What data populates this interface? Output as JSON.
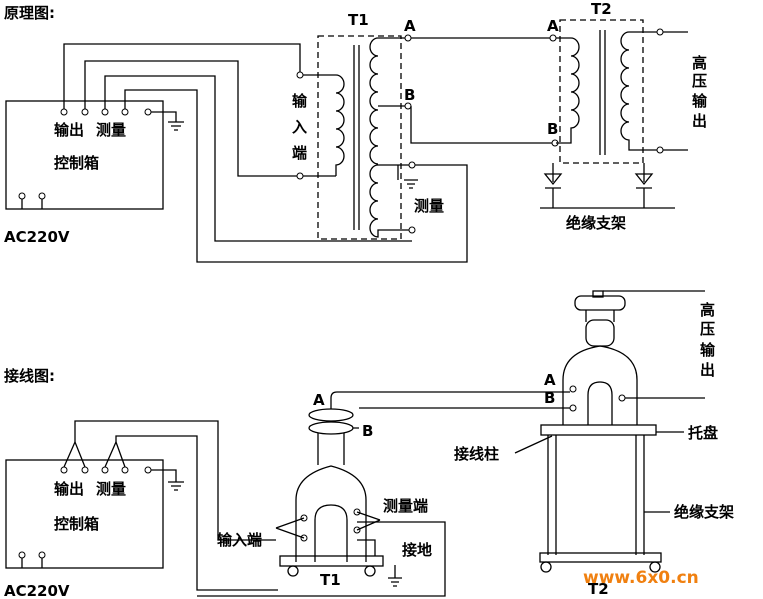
{
  "top": {
    "heading": "原理图:",
    "box_labels": {
      "out": "输出",
      "meas": "测量"
    },
    "box_title": "控制箱",
    "supply": "AC220V",
    "t1": "T1",
    "t2": "T2",
    "input_chars": [
      "输",
      "入",
      "端"
    ],
    "measure_label": "测量",
    "term_a": "A",
    "term_b": "B",
    "t2_term_a": "A",
    "t2_term_b": "B",
    "hv_chars": [
      "高",
      "压",
      "输",
      "出"
    ],
    "support": "绝缘支架"
  },
  "bottom": {
    "heading": "接线图:",
    "box_labels": {
      "out": "输出",
      "meas": "测量"
    },
    "box_title": "控制箱",
    "supply": "AC220V",
    "input_end": "输入端",
    "measure_end": "测量端",
    "ground": "接地",
    "t1": "T1",
    "t2": "T2",
    "term_a": "A",
    "term_b": "B",
    "t2_term_a": "A",
    "t2_term_b": "B",
    "post": "接线柱",
    "tray": "托盘",
    "support": "绝缘支架",
    "hv_chars": [
      "高",
      "压",
      "输",
      "出"
    ]
  },
  "watermark": "www.6x0.cn"
}
